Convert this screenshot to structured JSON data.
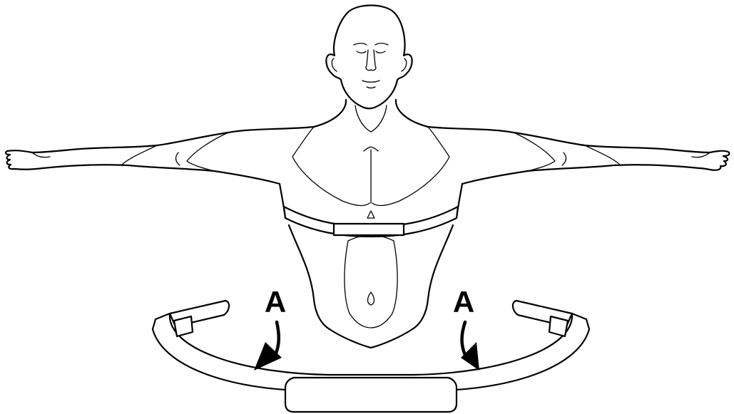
{
  "figure": {
    "subject": "person-arms-outstretched",
    "strap": "chest-strap",
    "callouts": [
      {
        "id": "left",
        "label": "A"
      },
      {
        "id": "right",
        "label": "A"
      }
    ],
    "colors": {
      "ink": "#000000",
      "background": "#ffffff"
    }
  }
}
